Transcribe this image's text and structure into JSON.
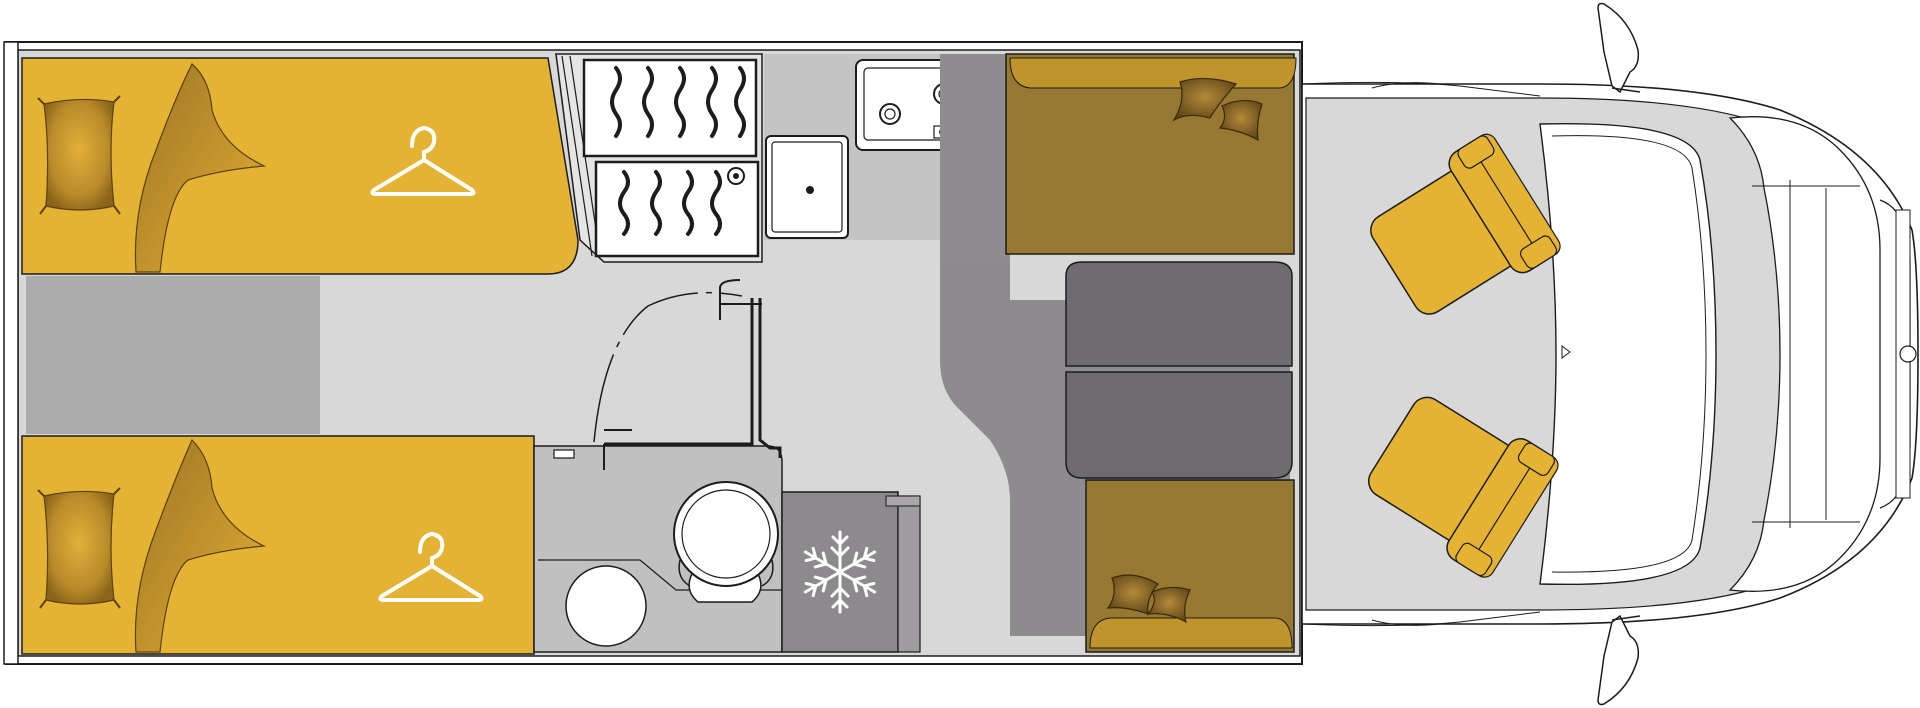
{
  "layout_title": "",
  "colors": {
    "bed_yellow": "#E5B334",
    "bed_shadow": "#BF8F22",
    "bench_olive": "#977832",
    "floor_light": "#D8D8D8",
    "floor_mid": "#ACACAC",
    "dark_grey": "#7E7C7F",
    "table_grey": "#6E6C70",
    "outline": "#1C1C1C",
    "white": "#FFFFFF"
  },
  "icons": [
    "pillow-icon",
    "blanket-icon",
    "hanger-icon",
    "snowflake-icon",
    "sink-icon",
    "stove-icon",
    "toilet-icon",
    "seat-icon",
    "mirror-icon"
  ],
  "zones": [
    "upper-single-bed",
    "lower-single-bed",
    "rear-storage-floor",
    "shower-cabin",
    "washroom",
    "kitchen-counter",
    "fridge",
    "dinette-table",
    "dinette-bench-front",
    "dinette-bench-rear",
    "driver-seat",
    "passenger-seat",
    "cab"
  ]
}
